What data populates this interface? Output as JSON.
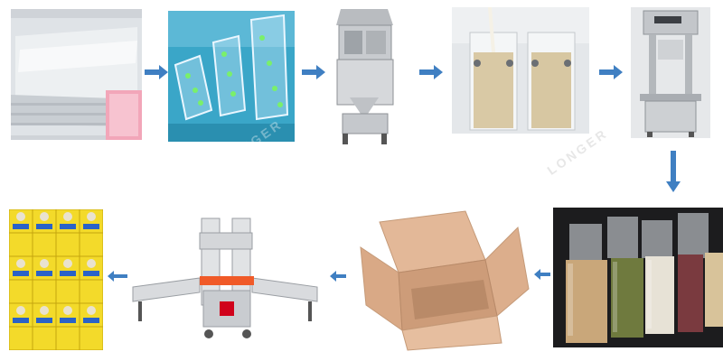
{
  "diagram": {
    "steps": [
      {
        "id": 1,
        "name": "vacuum-bags-photo",
        "icon": "plastic-bags"
      },
      {
        "id": 2,
        "name": "bag-holder-racks-photo",
        "icon": "acrylic-rack"
      },
      {
        "id": 3,
        "name": "weighing-filler-photo",
        "icon": "weigh-filler-machine"
      },
      {
        "id": 4,
        "name": "filled-bags-photo",
        "icon": "filled-rice-bags"
      },
      {
        "id": 5,
        "name": "vacuum-sealer-photo",
        "icon": "vacuum-sealer-machine"
      },
      {
        "id": 6,
        "name": "vacuum-bricks-photo",
        "icon": "vacuum-grain-bricks"
      },
      {
        "id": 7,
        "name": "carton-box-photo",
        "icon": "open-carton"
      },
      {
        "id": 8,
        "name": "carton-sealer-photo",
        "icon": "carton-sealing-machine"
      },
      {
        "id": 9,
        "name": "stacked-cartons-photo",
        "icon": "yellow-cartons"
      }
    ],
    "flow": [
      "right",
      "right",
      "right",
      "right",
      "down",
      "left",
      "left",
      "left"
    ],
    "watermark_text": "LONGER",
    "colors": {
      "arrow": "#3f7fc2",
      "background": "#ffffff"
    }
  }
}
